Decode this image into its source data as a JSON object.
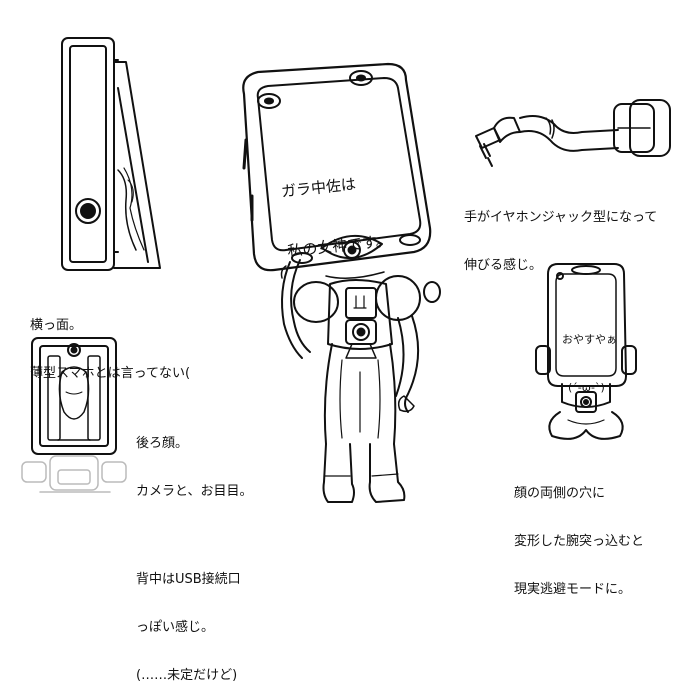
{
  "notes": {
    "side_view": [
      "横っ面。",
      "薄型スマホとは言ってない("
    ],
    "back_view": [
      "後ろ顔。",
      "カメラと、お目目。",
      "",
      "背中はUSB接続口",
      "っぽい感じ。",
      "(……未定だけど)"
    ],
    "earphone_arm": [
      "手がイヤホンジャック型になって",
      "伸びる感じ。"
    ],
    "sleep_mode": [
      "顔の両側の穴に",
      "変形した腕突っ込むと",
      "現実逃避モードに。"
    ]
  },
  "screen_main": [
    "ガラ中佐は",
    "私の女神です。"
  ],
  "screen_sleep": [
    "おやすやぁ",
    "(´-ω-`)"
  ]
}
